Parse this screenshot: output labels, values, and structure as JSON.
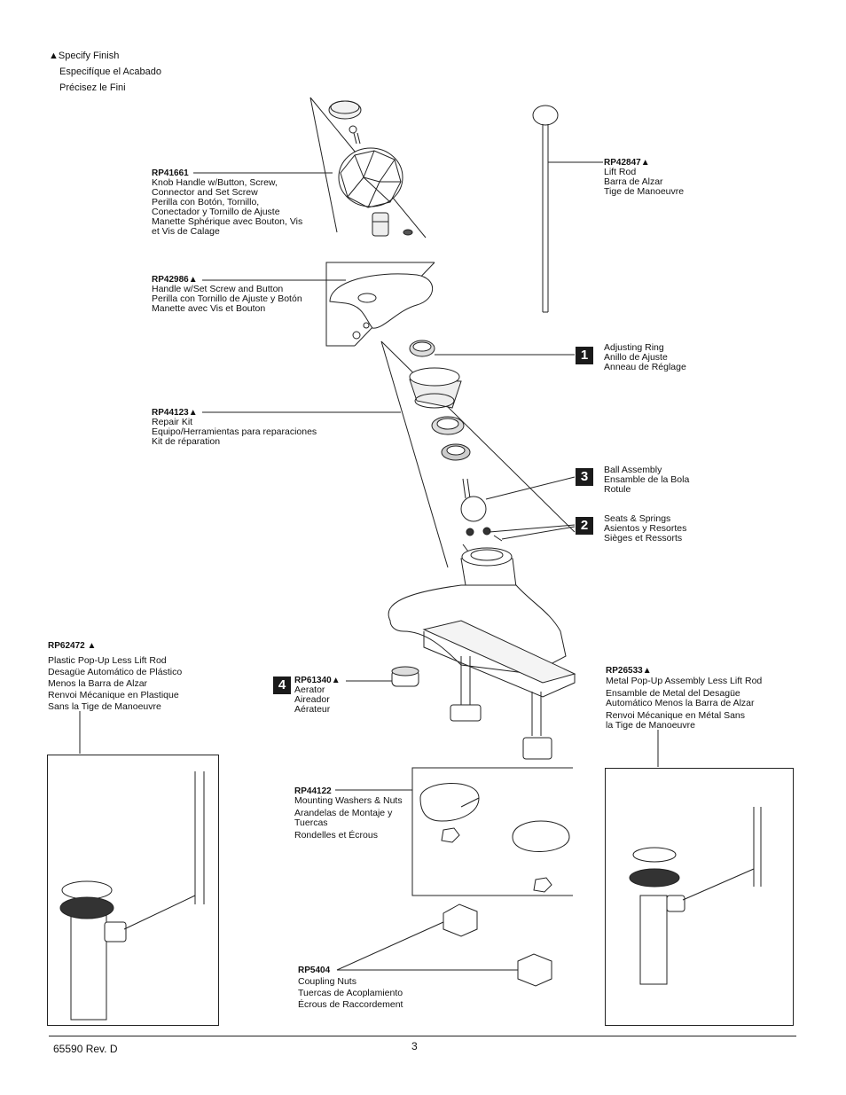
{
  "legend": {
    "marker": "▲",
    "en": "Specify Finish",
    "es": "Especifíque el Acabado",
    "fr": "Précisez le Fini"
  },
  "parts": {
    "rp41661": {
      "pn": "RP41661",
      "lines": [
        "Knob Handle w/Button, Screw,",
        "Connector and Set Screw",
        "Perilla con Botón, Tornillo,",
        "Conectador y Tornillo de Ajuste",
        "Manette Sphérique avec Bouton, Vis",
        "et Vis de Calage"
      ]
    },
    "rp42986": {
      "pn": "RP42986▲",
      "lines": [
        "Handle w/Set Screw and Button",
        "Perilla con Tornillo de Ajuste y Botón",
        "Manette avec Vis et Bouton"
      ]
    },
    "rp44123": {
      "pn": "RP44123▲",
      "lines": [
        "Repair Kit",
        "Equipo/Herramientas para reparaciones",
        "Kit de réparation"
      ]
    },
    "rp42847": {
      "pn": "RP42847▲",
      "lines": [
        "Lift Rod",
        "Barra de Alzar",
        "Tige de Manoeuvre"
      ]
    },
    "adjusting_ring": {
      "num": "1",
      "lines": [
        "Adjusting Ring",
        "Anillo de Ajuste",
        "Anneau de Réglage"
      ]
    },
    "ball_assembly": {
      "num": "3",
      "lines": [
        "Ball Assembly",
        "Ensamble de la Bola",
        "Rotule"
      ]
    },
    "seats_springs": {
      "num": "2",
      "lines": [
        "Seats & Springs",
        "Asientos y Resortes",
        "Sièges et Ressorts"
      ]
    },
    "rp62472": {
      "pn": "RP62472 ▲",
      "lines": [
        "Plastic Pop-Up Less Lift Rod",
        "Desagüe Automático de Plástico",
        "Menos la Barra de Alzar",
        "Renvoi Mécanique en Plastique",
        "Sans la Tige de Manoeuvre"
      ]
    },
    "rp61340": {
      "num": "4",
      "pn": "RP61340▲",
      "lines": [
        "Aerator",
        "Aireador",
        "Aérateur"
      ]
    },
    "rp26533": {
      "pn": "RP26533▲",
      "lines": [
        "Metal Pop-Up Assembly Less Lift Rod",
        "Ensamble de Metal del Desagüe",
        "Automático Menos la Barra de Alzar",
        "Renvoi Mécanique en Métal Sans",
        "la Tige de Manoeuvre"
      ]
    },
    "rp44122": {
      "pn": "RP44122",
      "lines": [
        "Mounting Washers & Nuts",
        "Arandelas de Montaje y",
        "Tuercas",
        "Rondelles et Écrous"
      ]
    },
    "rp5404": {
      "pn": "RP5404",
      "lines": [
        "Coupling Nuts",
        "Tuercas de Acoplamiento",
        "Écrous de Raccordement"
      ]
    }
  },
  "footer": {
    "doc": "65590  Rev. D",
    "page": "3"
  }
}
